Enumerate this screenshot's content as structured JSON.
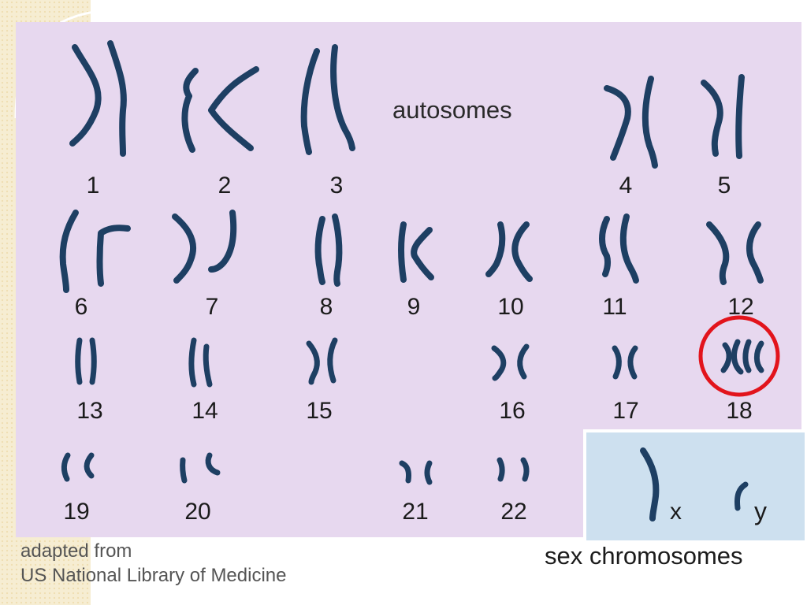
{
  "labels": {
    "autosomes": "autosomes",
    "sex_chromosomes": "sex chromosomes",
    "credit_line_1": "adapted from",
    "credit_line_2": "US National Library of Medicine",
    "x": "x",
    "y": "y"
  },
  "chromosome_numbers": [
    "1",
    "2",
    "3",
    "4",
    "5",
    "6",
    "7",
    "8",
    "9",
    "10",
    "11",
    "12",
    "13",
    "14",
    "15",
    "16",
    "17",
    "18",
    "19",
    "20",
    "21",
    "22"
  ],
  "highlight": {
    "chromosome": "18",
    "color": "#e2141c"
  },
  "colors": {
    "chromosome": "#1e3f63",
    "panel": "#e7d8ef",
    "sex_box": "#cde0ef",
    "sidebar": "#f6edd2"
  }
}
